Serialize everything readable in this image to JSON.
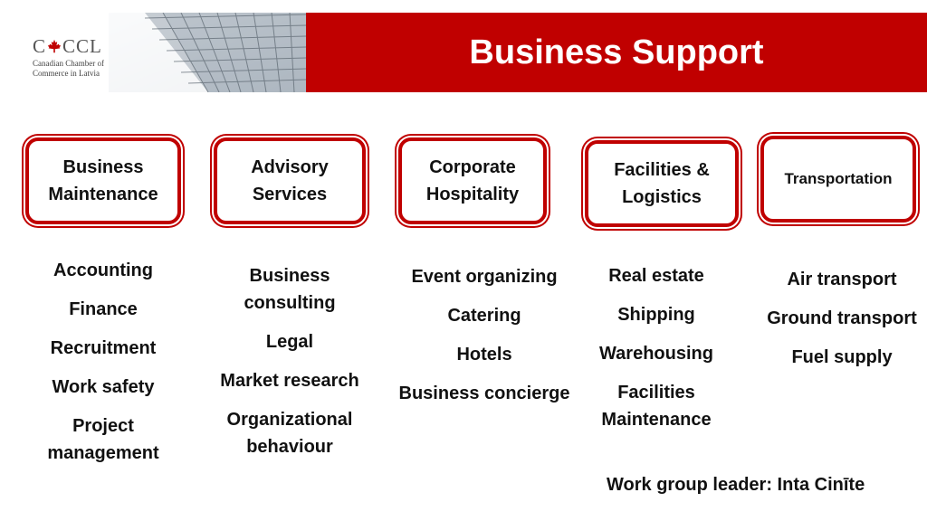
{
  "header": {
    "logo_mark": "CCCL",
    "logo_line1": "Canadian Chamber of",
    "logo_line2": "Commerce in Latvia",
    "title": "Business Support",
    "brand_color": "#c00000"
  },
  "categories": [
    {
      "label_line1": "Business",
      "label_line2": "Maintenance"
    },
    {
      "label_line1": "Advisory",
      "label_line2": "Services"
    },
    {
      "label_line1": "Corporate",
      "label_line2": "Hospitality"
    },
    {
      "label_line1": "Facilities &",
      "label_line2": "Logistics"
    },
    {
      "label_line1": "Transportation",
      "label_line2": ""
    }
  ],
  "columns": [
    {
      "items": [
        "Accounting",
        "Finance",
        "Recruitment",
        "Work safety",
        "Project management"
      ]
    },
    {
      "items": [
        "Business consulting",
        "Legal",
        "Market research",
        "Organizational behaviour"
      ]
    },
    {
      "items": [
        "Event organizing",
        "Catering",
        "Hotels",
        "Business concierge"
      ]
    },
    {
      "items": [
        "Real estate",
        "Shipping",
        "Warehousing",
        "Facilities Maintenance"
      ]
    },
    {
      "items": [
        "Air transport",
        "Ground transport",
        "Fuel supply"
      ]
    }
  ],
  "footer": {
    "leader": "Work group leader: Inta Cinīte"
  }
}
